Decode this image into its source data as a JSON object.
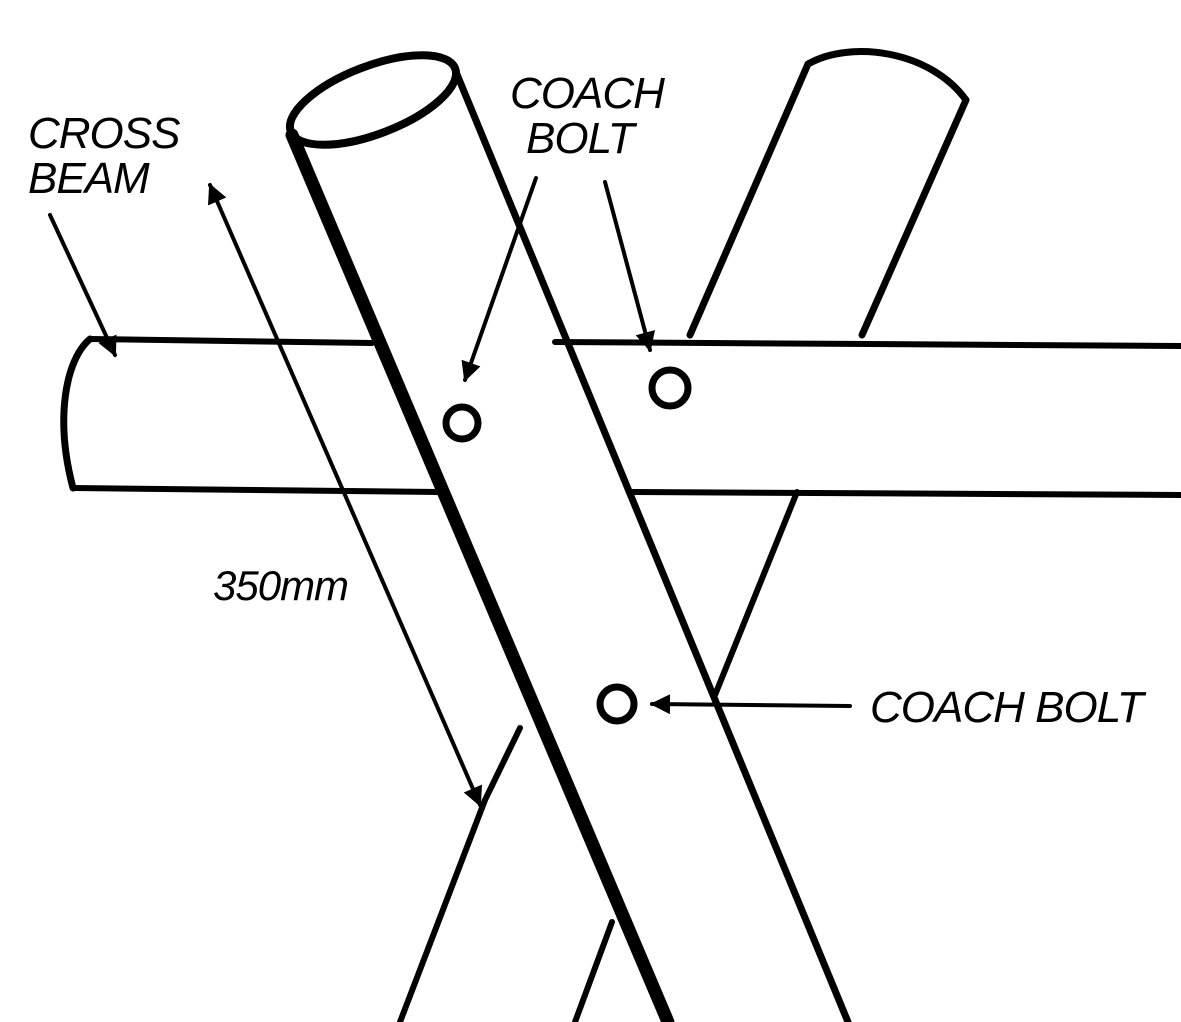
{
  "labels": {
    "cross_beam_line1": "CROSS",
    "cross_beam_line2": "BEAM",
    "coach_bolt_top_line1": "COACH",
    "coach_bolt_top_line2": "BOLT",
    "coach_bolt_right": "COACH BOLT",
    "dimension": "350mm"
  },
  "colors": {
    "ink": "#000000",
    "paper": "#ffffff"
  }
}
